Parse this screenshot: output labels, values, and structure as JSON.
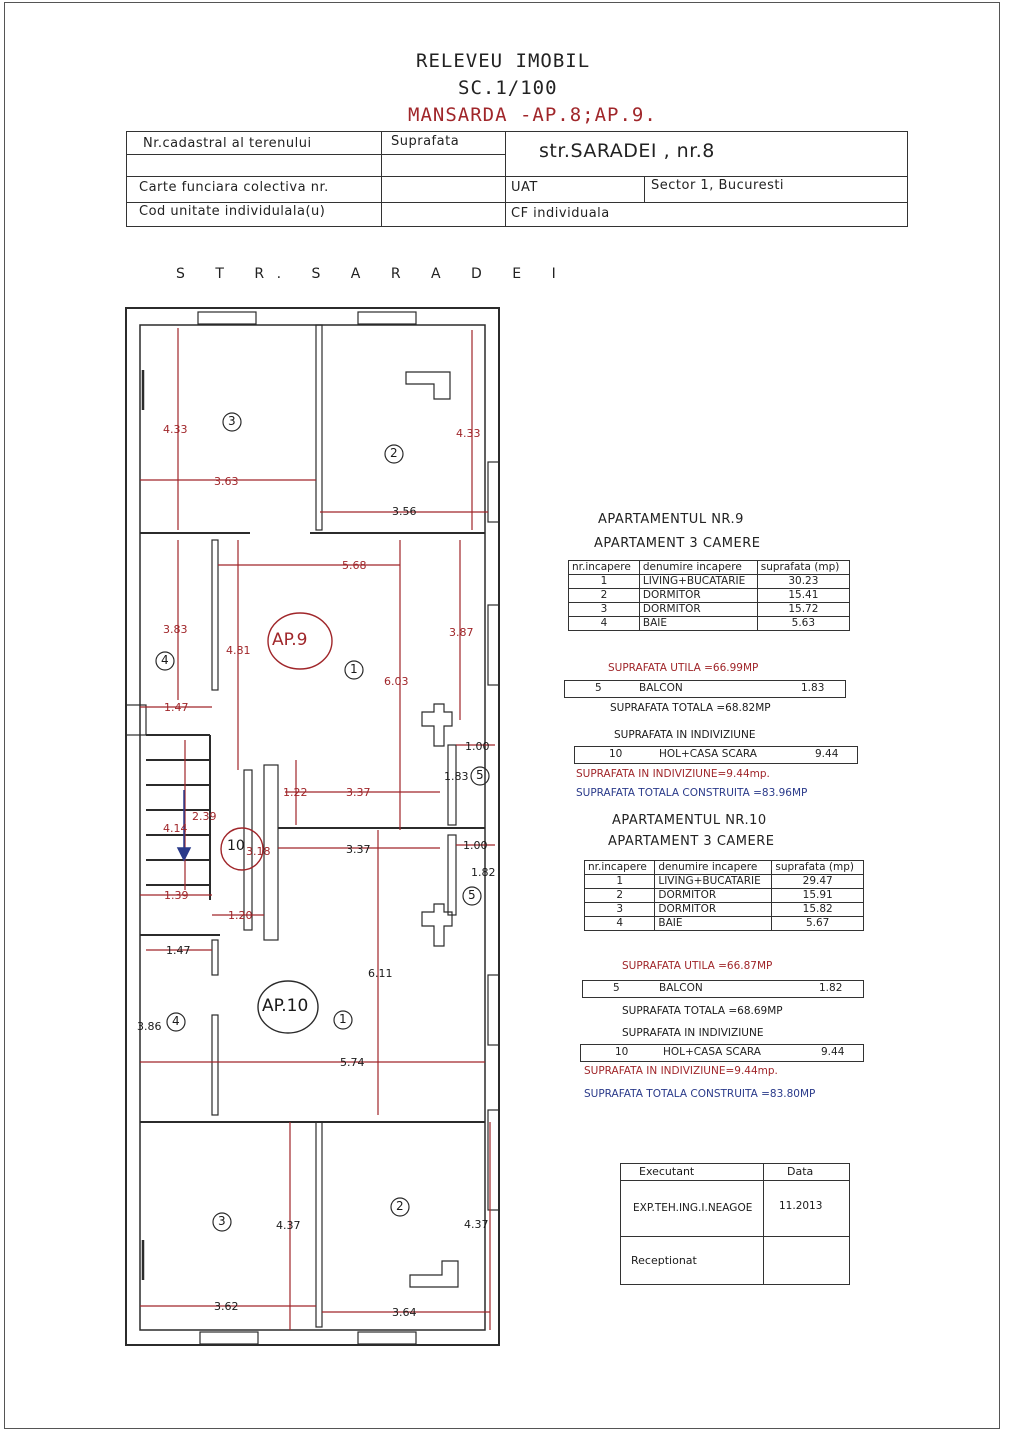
{
  "header": {
    "title": "RELEVEU IMOBIL",
    "scale": "SC.1/100",
    "subtitle": "MANSARDA -AP.8;AP.9.",
    "cadastral_label": "Nr.cadastral al terenului",
    "surface_label": "Suprafata",
    "address": "str.SARADEI , nr.8",
    "carte_label": "Carte funciara colectiva nr.",
    "uat_label": "UAT",
    "uat_value": "Sector 1, Bucuresti",
    "cod_label": "Cod unitate individulala(u)",
    "cf_label": "CF individuala"
  },
  "street_label": "S T R. S A R A D E I",
  "plan": {
    "ap9_label": "AP.9",
    "ap10_label": "AP.10",
    "circle_10": "10",
    "room_numbers": [
      "3",
      "2",
      "1",
      "4",
      "5",
      "5",
      "4",
      "1",
      "3",
      "2"
    ],
    "dims": [
      "4.33",
      "3.63",
      "4.33",
      "3.56",
      "5.68",
      "3.83",
      "4.81",
      "3.87",
      "6.03",
      "1.47",
      "1.00",
      "1.83",
      "1.22",
      "3.37",
      "2.39",
      "4.14",
      "3.18",
      "3.37",
      "1.00",
      "1.82",
      "1.39",
      "1.20",
      "1.47",
      "6.11",
      "3.86",
      "5.74",
      "4.37",
      "4.37",
      "3.62",
      "3.64"
    ]
  },
  "ap9": {
    "title": "APARTAMENTUL NR.9",
    "subtitle": "APARTAMENT 3 CAMERE",
    "headers": [
      "nr.incapere",
      "denumire incapere",
      "suprafata (mp)"
    ],
    "rows": [
      [
        "1",
        "LIVING+BUCATARIE",
        "30.23"
      ],
      [
        "2",
        "DORMITOR",
        "15.41"
      ],
      [
        "3",
        "DORMITOR",
        "15.72"
      ],
      [
        "4",
        "BAIE",
        "5.63"
      ]
    ],
    "utila": "SUPRAFATA UTILA =66.99MP",
    "balcon": [
      "5",
      "BALCON",
      "1.83"
    ],
    "totala": "SUPRAFATA TOTALA =68.82MP",
    "indiviziune_title": "SUPRAFATA IN INDIVIZIUNE",
    "hol": [
      "10",
      "HOL+CASA SCARA",
      "9.44"
    ],
    "indiviziune": "SUPRAFATA IN INDIVIZIUNE=9.44mp.",
    "construita": "SUPRAFATA TOTALA CONSTRUITA =83.96MP"
  },
  "ap10": {
    "title": "APARTAMENTUL NR.10",
    "subtitle": "APARTAMENT 3 CAMERE",
    "headers": [
      "nr.incapere",
      "denumire incapere",
      "suprafata (mp)"
    ],
    "rows": [
      [
        "1",
        "LIVING+BUCATARIE",
        "29.47"
      ],
      [
        "2",
        "DORMITOR",
        "15.91"
      ],
      [
        "3",
        "DORMITOR",
        "15.82"
      ],
      [
        "4",
        "BAIE",
        "5.67"
      ]
    ],
    "utila": "SUPRAFATA UTILA =66.87MP",
    "balcon": [
      "5",
      "BALCON",
      "1.82"
    ],
    "totala": "SUPRAFATA TOTALA =68.69MP",
    "indiviziune_title": "SUPRAFATA IN INDIVIZIUNE",
    "hol": [
      "10",
      "HOL+CASA SCARA",
      "9.44"
    ],
    "indiviziune": "SUPRAFATA IN INDIVIZIUNE=9.44mp.",
    "construita": "SUPRAFATA TOTALA CONSTRUITA =83.80MP"
  },
  "executant": {
    "label": "Executant",
    "date_label": "Data",
    "name": "EXP.TEH.ING.I.NEAGOE",
    "date": "11.2013",
    "received": "Receptionat"
  },
  "colors": {
    "dimension": "#a0262a",
    "annotation_blue": "#2a3a8a",
    "line": "#333333"
  }
}
